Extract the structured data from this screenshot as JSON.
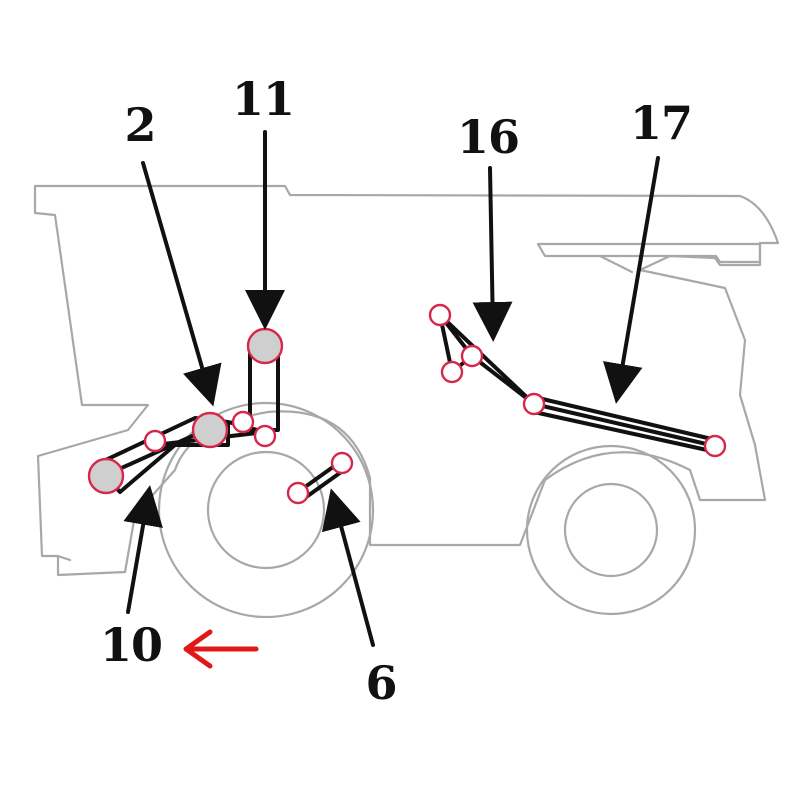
{
  "diagram": {
    "labels": {
      "2": "2",
      "11": "11",
      "16": "16",
      "17": "17",
      "10": "10",
      "6": "6"
    },
    "colors": {
      "outline": "#a8a8a8",
      "belt": "#111111",
      "pulley": "#d6264a",
      "highlight_arrow": "#e01818"
    },
    "icons": {
      "direction": "arrow-left-icon"
    }
  }
}
